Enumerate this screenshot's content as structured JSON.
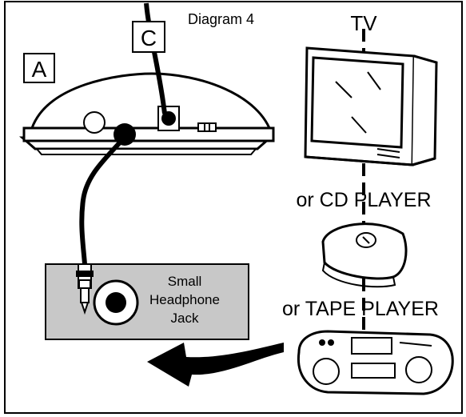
{
  "labels": {
    "diagram_title": "Diagram 4",
    "box_a": "A",
    "box_c": "C",
    "tv": "TV",
    "or_cd_player": "or CD PLAYER",
    "or_tape_player": "or TAPE PLAYER",
    "jack_line1": "Small",
    "jack_line2": "Headphone",
    "jack_line3": "Jack"
  },
  "colors": {
    "jack_panel": "#c8c8c8",
    "ink": "#000000",
    "background": "#ffffff"
  }
}
